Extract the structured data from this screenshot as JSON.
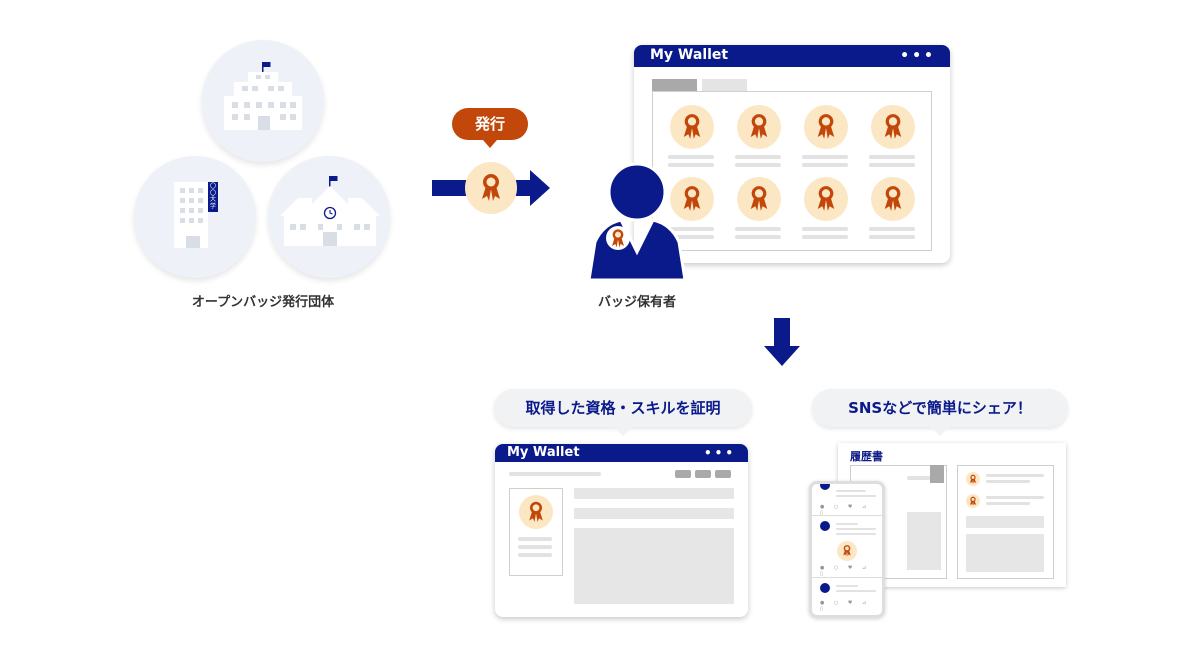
{
  "issuers": {
    "label": "オープンバッジ発行団体",
    "building_sign": "〇〇大学"
  },
  "issue_bubble": {
    "label": "発行"
  },
  "holder": {
    "label": "バッジ保有者"
  },
  "wallet_main": {
    "title": "My Wallet",
    "dots": "•••"
  },
  "wallet_small": {
    "title": "My Wallet",
    "dots": "•••"
  },
  "bubbles": {
    "certify": "取得した資格・スキルを証明",
    "share": "SNSなどで簡単にシェア！"
  },
  "resume": {
    "title": "履歴書"
  },
  "colors": {
    "navy": "#0b1a8a",
    "orange": "#c2470a",
    "badge_bg": "#fce7c4",
    "circle_bg": "#eef1f7"
  }
}
